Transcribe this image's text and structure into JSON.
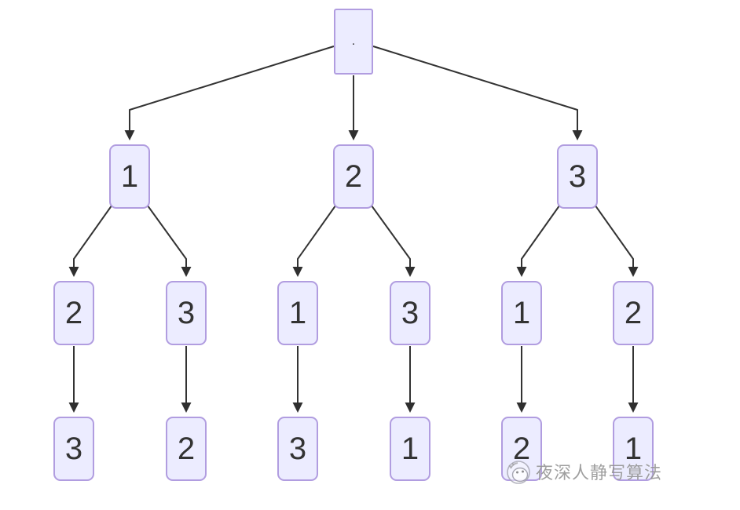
{
  "diagram": {
    "type": "tree",
    "nodes": {
      "root": ".",
      "n1": "1",
      "n2": "2",
      "n3": "3",
      "n1_2": "2",
      "n1_3": "3",
      "n2_1": "1",
      "n2_3": "3",
      "n3_1": "1",
      "n3_2": "2",
      "n1_2_3": "3",
      "n1_3_2": "2",
      "n2_1_3": "3",
      "n2_3_1": "1",
      "n3_1_2": "2",
      "n3_2_1": "1"
    },
    "edges": [
      {
        "from": "root",
        "to": "n1"
      },
      {
        "from": "root",
        "to": "n2"
      },
      {
        "from": "root",
        "to": "n3"
      },
      {
        "from": "n1",
        "to": "n1_2"
      },
      {
        "from": "n1",
        "to": "n1_3"
      },
      {
        "from": "n2",
        "to": "n2_1"
      },
      {
        "from": "n2",
        "to": "n2_3"
      },
      {
        "from": "n3",
        "to": "n3_1"
      },
      {
        "from": "n3",
        "to": "n3_2"
      },
      {
        "from": "n1_2",
        "to": "n1_2_3"
      },
      {
        "from": "n1_3",
        "to": "n1_3_2"
      },
      {
        "from": "n2_1",
        "to": "n2_1_3"
      },
      {
        "from": "n2_3",
        "to": "n2_3_1"
      },
      {
        "from": "n3_1",
        "to": "n3_1_2"
      },
      {
        "from": "n3_2",
        "to": "n3_2_1"
      }
    ]
  },
  "watermark": {
    "text": "夜深人静写算法",
    "logo_icon": "face-in-circle-logo"
  },
  "colors": {
    "node_fill": "#ececff",
    "node_border": "#b19de0",
    "node_text": "#333333",
    "edge": "#333333",
    "watermark_text": "#8f8f8f"
  }
}
